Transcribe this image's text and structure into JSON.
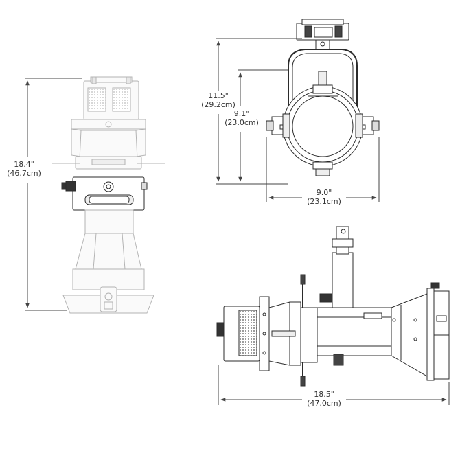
{
  "colors": {
    "line": "#2b2b2b",
    "faded": "#b3b3b3",
    "fill": "#f4f4f4",
    "dim": "#444444"
  },
  "dimensions": {
    "front_height": {
      "imperial": "18.4\"",
      "metric": "(46.7cm)"
    },
    "rear_height_total": {
      "imperial": "11.5\"",
      "metric": "(29.2cm)"
    },
    "rear_height_body": {
      "imperial": "9.1\"",
      "metric": "(23.0cm)"
    },
    "rear_width": {
      "imperial": "9.0\"",
      "metric": "(23.1cm)"
    },
    "side_length": {
      "imperial": "18.5\"",
      "metric": "(47.0cm)"
    }
  }
}
